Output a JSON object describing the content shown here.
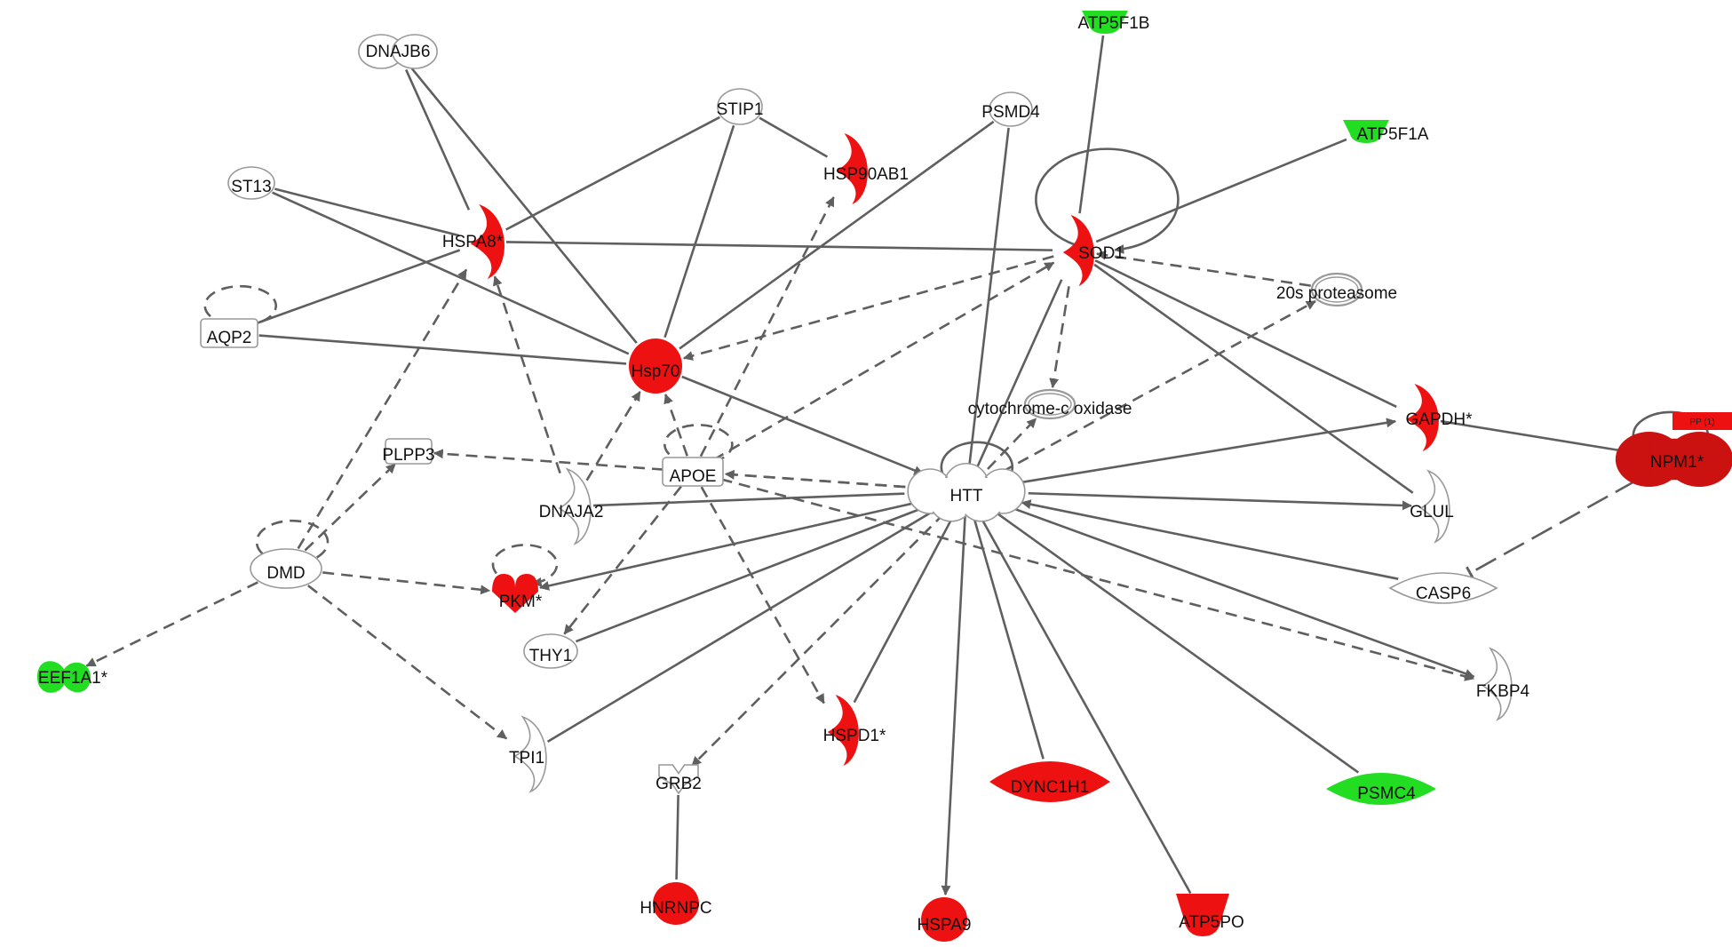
{
  "colors": {
    "up": "#ee1111",
    "up_dark": "#cc1111",
    "down": "#22dd22",
    "none": "#ffffff",
    "edge": "#5f5f5f",
    "outline": "#999999"
  },
  "nodes": [
    {
      "id": "DNAJB6",
      "label": "DNAJB6",
      "shape": "peanut",
      "color": "none"
    },
    {
      "id": "STIP1",
      "label": "STIP1",
      "shape": "circle",
      "color": "none"
    },
    {
      "id": "HSP90AB1",
      "label": "HSP90AB1",
      "shape": "crescent",
      "color": "up"
    },
    {
      "id": "PSMD4",
      "label": "PSMD4",
      "shape": "circle",
      "color": "none"
    },
    {
      "id": "ATP5F1B",
      "label": "ATP5F1B",
      "shape": "cup",
      "color": "down"
    },
    {
      "id": "ATP5F1A",
      "label": "ATP5F1A",
      "shape": "cup",
      "color": "down"
    },
    {
      "id": "ST13",
      "label": "ST13",
      "shape": "circle",
      "color": "none"
    },
    {
      "id": "HSPA8",
      "label": "HSPA8*",
      "shape": "crescent",
      "color": "up"
    },
    {
      "id": "SOD1",
      "label": "SOD1",
      "shape": "crescent",
      "color": "up"
    },
    {
      "id": "20S",
      "label": "20s proteasome",
      "shape": "ring",
      "color": "none"
    },
    {
      "id": "AQP2",
      "label": "AQP2",
      "shape": "rect",
      "color": "none"
    },
    {
      "id": "Hsp70",
      "label": "Hsp70",
      "shape": "circle",
      "color": "up"
    },
    {
      "id": "COX",
      "label": "cytochrome-c oxidase",
      "shape": "ring",
      "color": "none"
    },
    {
      "id": "GAPDH",
      "label": "GAPDH*",
      "shape": "crescent",
      "color": "up"
    },
    {
      "id": "NPM1",
      "label": "NPM1*",
      "shape": "peanut",
      "color": "up_dark"
    },
    {
      "id": "PLPP3",
      "label": "PLPP3",
      "shape": "rect",
      "color": "none"
    },
    {
      "id": "APOE",
      "label": "APOE",
      "shape": "rect",
      "color": "none"
    },
    {
      "id": "HTT",
      "label": "HTT",
      "shape": "cloud",
      "color": "none"
    },
    {
      "id": "DNAJA2",
      "label": "DNAJA2",
      "shape": "crescent",
      "color": "none"
    },
    {
      "id": "GLUL",
      "label": "GLUL",
      "shape": "crescent",
      "color": "none"
    },
    {
      "id": "DMD",
      "label": "DMD",
      "shape": "circle",
      "color": "none"
    },
    {
      "id": "PKM",
      "label": "PKM*",
      "shape": "heart",
      "color": "up"
    },
    {
      "id": "CASP6",
      "label": "CASP6",
      "shape": "lens",
      "color": "none"
    },
    {
      "id": "EEF1A1",
      "label": "EEF1A1*",
      "shape": "blob",
      "color": "down"
    },
    {
      "id": "THY1",
      "label": "THY1",
      "shape": "circle",
      "color": "none"
    },
    {
      "id": "FKBP4",
      "label": "FKBP4",
      "shape": "crescent",
      "color": "none"
    },
    {
      "id": "TPI1",
      "label": "TPI1",
      "shape": "crescent",
      "color": "none"
    },
    {
      "id": "HSPD1",
      "label": "HSPD1*",
      "shape": "crescent",
      "color": "up"
    },
    {
      "id": "GRB2",
      "label": "GRB2",
      "shape": "ybox",
      "color": "none"
    },
    {
      "id": "DYNC1H1",
      "label": "DYNC1H1",
      "shape": "lens",
      "color": "up"
    },
    {
      "id": "PSMC4",
      "label": "PSMC4",
      "shape": "lens",
      "color": "down"
    },
    {
      "id": "HNRNPC",
      "label": "HNRNPC",
      "shape": "circle",
      "color": "up"
    },
    {
      "id": "HSPA9",
      "label": "HSPA9",
      "shape": "circle",
      "color": "up"
    },
    {
      "id": "ATP5PO",
      "label": "ATP5PO",
      "shape": "cup",
      "color": "up"
    }
  ],
  "npm1_badge": "PP (1)",
  "edges": [
    {
      "from": "DNAJB6",
      "to": "HSPA8",
      "style": "solid",
      "arrow": "none"
    },
    {
      "from": "DNAJB6",
      "to": "Hsp70",
      "style": "solid",
      "arrow": "none"
    },
    {
      "from": "STIP1",
      "to": "HSPA8",
      "style": "solid",
      "arrow": "none"
    },
    {
      "from": "STIP1",
      "to": "HSP90AB1",
      "style": "solid",
      "arrow": "none"
    },
    {
      "from": "STIP1",
      "to": "Hsp70",
      "style": "solid",
      "arrow": "none"
    },
    {
      "from": "ST13",
      "to": "HSPA8",
      "style": "solid",
      "arrow": "none"
    },
    {
      "from": "ST13",
      "to": "Hsp70",
      "style": "solid",
      "arrow": "none"
    },
    {
      "from": "AQP2",
      "to": "HSPA8",
      "style": "solid",
      "arrow": "none"
    },
    {
      "from": "AQP2",
      "to": "Hsp70",
      "style": "solid",
      "arrow": "none"
    },
    {
      "from": "HSPA8",
      "to": "SOD1",
      "style": "solid",
      "arrow": "none"
    },
    {
      "from": "PSMD4",
      "to": "Hsp70",
      "style": "solid",
      "arrow": "none"
    },
    {
      "from": "PSMD4",
      "to": "HTT",
      "style": "solid",
      "arrow": "none"
    },
    {
      "from": "ATP5F1B",
      "to": "SOD1",
      "style": "solid",
      "arrow": "none"
    },
    {
      "from": "ATP5F1A",
      "to": "SOD1",
      "style": "solid",
      "arrow": "none"
    },
    {
      "from": "SOD1",
      "to": "Hsp70",
      "style": "dashed",
      "arrow": "end"
    },
    {
      "from": "SOD1",
      "to": "COX",
      "style": "dashed",
      "arrow": "end"
    },
    {
      "from": "20S",
      "to": "SOD1",
      "style": "dashed",
      "arrow": "end"
    },
    {
      "from": "SOD1",
      "to": "GAPDH",
      "style": "solid",
      "arrow": "none"
    },
    {
      "from": "SOD1",
      "to": "GLUL",
      "style": "solid",
      "arrow": "none"
    },
    {
      "from": "SOD1",
      "to": "HTT",
      "style": "solid",
      "arrow": "none"
    },
    {
      "from": "Hsp70",
      "to": "HTT",
      "style": "solid",
      "arrow": "end"
    },
    {
      "from": "HTT",
      "to": "COX",
      "style": "dashed",
      "arrow": "end"
    },
    {
      "from": "HTT",
      "to": "20S",
      "style": "dashed",
      "arrow": "end"
    },
    {
      "from": "HTT",
      "to": "GAPDH",
      "style": "solid",
      "arrow": "end"
    },
    {
      "from": "HTT",
      "to": "GLUL",
      "style": "solid",
      "arrow": "end"
    },
    {
      "from": "CASP6",
      "to": "HTT",
      "style": "solid",
      "arrow": "end"
    },
    {
      "from": "HTT",
      "to": "FKBP4",
      "style": "solid",
      "arrow": "end"
    },
    {
      "from": "HTT",
      "to": "PSMC4",
      "style": "solid",
      "arrow": "none"
    },
    {
      "from": "HTT",
      "to": "ATP5PO",
      "style": "solid",
      "arrow": "none"
    },
    {
      "from": "HTT",
      "to": "DYNC1H1",
      "style": "solid",
      "arrow": "none"
    },
    {
      "from": "HTT",
      "to": "HSPA9",
      "style": "solid",
      "arrow": "end"
    },
    {
      "from": "HTT",
      "to": "HSPD1",
      "style": "solid",
      "arrow": "none"
    },
    {
      "from": "HTT",
      "to": "GRB2",
      "style": "dashed",
      "arrow": "end"
    },
    {
      "from": "HTT",
      "to": "TPI1",
      "style": "solid",
      "arrow": "none"
    },
    {
      "from": "HTT",
      "to": "THY1",
      "style": "solid",
      "arrow": "none"
    },
    {
      "from": "HTT",
      "to": "PKM",
      "style": "solid",
      "arrow": "end"
    },
    {
      "from": "HTT",
      "to": "DNAJA2",
      "style": "solid",
      "arrow": "none"
    },
    {
      "from": "HTT",
      "to": "APOE",
      "style": "dashed",
      "arrow": "end"
    },
    {
      "from": "HTT",
      "to": "PLPP3",
      "style": "dashed",
      "arrow": "end"
    },
    {
      "from": "APOE",
      "to": "Hsp70",
      "style": "dashed",
      "arrow": "end"
    },
    {
      "from": "APOE",
      "to": "HSP90AB1",
      "style": "dashed",
      "arrow": "end"
    },
    {
      "from": "APOE",
      "to": "SOD1",
      "style": "dashed",
      "arrow": "end"
    },
    {
      "from": "APOE",
      "to": "THY1",
      "style": "dashed",
      "arrow": "end"
    },
    {
      "from": "APOE",
      "to": "HSPD1",
      "style": "dashed",
      "arrow": "end"
    },
    {
      "from": "APOE",
      "to": "FKBP4",
      "style": "dashed",
      "arrow": "end"
    },
    {
      "from": "DNAJA2",
      "to": "HSPA8",
      "style": "dashed",
      "arrow": "end"
    },
    {
      "from": "DNAJA2",
      "to": "Hsp70",
      "style": "dashed",
      "arrow": "end"
    },
    {
      "from": "DMD",
      "to": "HSPA8",
      "style": "dashed",
      "arrow": "end"
    },
    {
      "from": "DMD",
      "to": "PLPP3",
      "style": "dashed",
      "arrow": "end"
    },
    {
      "from": "DMD",
      "to": "PKM",
      "style": "dashed",
      "arrow": "end"
    },
    {
      "from": "DMD",
      "to": "EEF1A1",
      "style": "dashed",
      "arrow": "end"
    },
    {
      "from": "DMD",
      "to": "TPI1",
      "style": "dashed",
      "arrow": "end"
    },
    {
      "from": "GRB2",
      "to": "HNRNPC",
      "style": "solid",
      "arrow": "none"
    },
    {
      "from": "GAPDH",
      "to": "NPM1",
      "style": "solid",
      "arrow": "none"
    },
    {
      "from": "NPM1",
      "to": "CASP6",
      "style": "longdash",
      "arrow": "bar"
    }
  ],
  "self_loops": [
    {
      "node": "SOD1",
      "style": "solid"
    },
    {
      "node": "HTT",
      "style": "solid"
    },
    {
      "node": "AQP2",
      "style": "dashed"
    },
    {
      "node": "APOE",
      "style": "dashed"
    },
    {
      "node": "DMD",
      "style": "dashed"
    },
    {
      "node": "PKM",
      "style": "dashed"
    },
    {
      "node": "NPM1",
      "style": "solid"
    }
  ]
}
